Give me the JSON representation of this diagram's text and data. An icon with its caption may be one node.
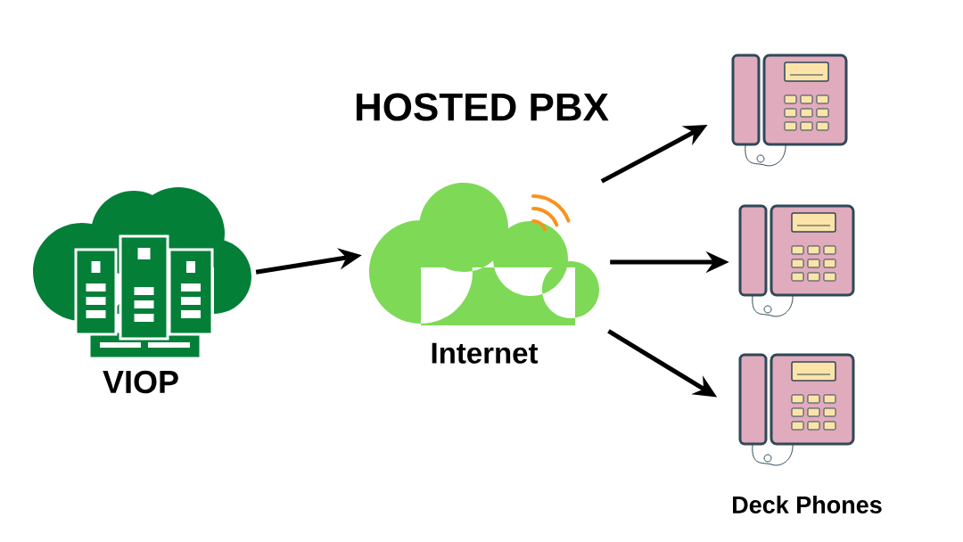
{
  "diagram": {
    "title": "HOSTED PBX",
    "nodes": [
      {
        "text": [
          "VIOP"
        ]
      },
      {
        "text": [
          "Internet"
        ]
      },
      {
        "text": [],
        "shape": "picture"
      },
      {
        "text": [],
        "shape": "picture"
      },
      {
        "text": [],
        "shape": "picture"
      }
    ],
    "edges": [
      {
        "from": 0,
        "to": 1,
        "arrow": "to"
      },
      {
        "from": 1,
        "to": 2,
        "arrow": "to"
      },
      {
        "from": 1,
        "to": 3,
        "arrow": "to"
      },
      {
        "from": 1,
        "to": 4,
        "arrow": "to"
      }
    ],
    "labels": [
      "Deck Phones"
    ]
  }
}
